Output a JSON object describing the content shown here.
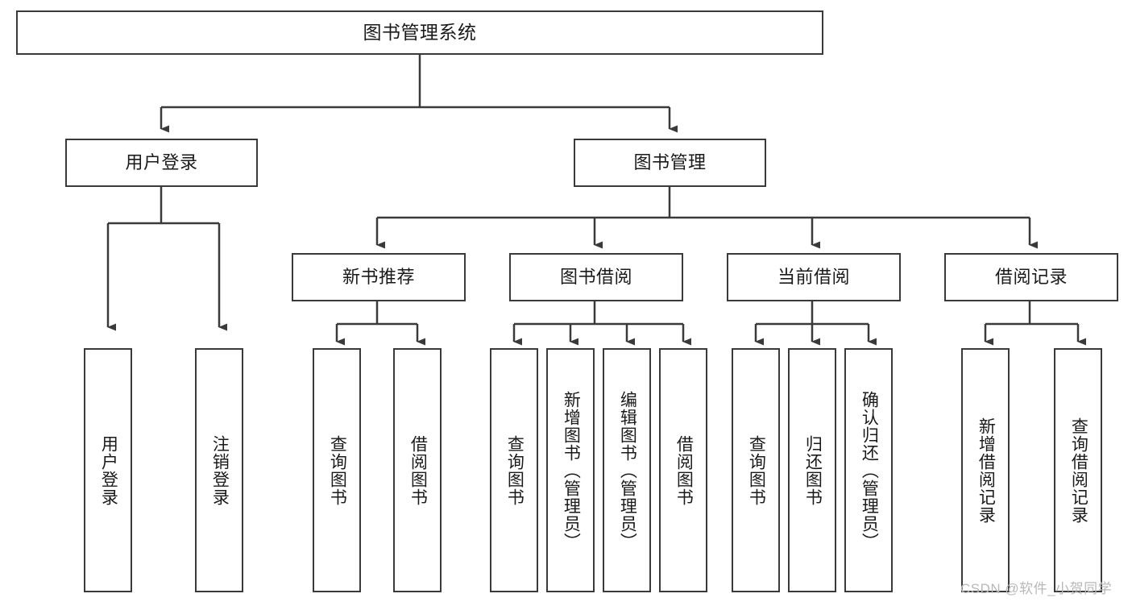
{
  "diagram": {
    "title": "图书管理系统",
    "watermark": "CSDN @软件_小贺同学",
    "colors": {
      "stroke": "#3a3a3a",
      "background": "#ffffff",
      "text": "#1a1a1a",
      "watermark": "#b8b8b8"
    },
    "root": {
      "label": "图书管理系统"
    },
    "level2": [
      {
        "label": "用户登录"
      },
      {
        "label": "图书管理"
      }
    ],
    "level3": [
      {
        "label": "新书推荐"
      },
      {
        "label": "图书借阅"
      },
      {
        "label": "当前借阅"
      },
      {
        "label": "借阅记录"
      }
    ],
    "leaves_user_login": [
      {
        "label": "用户登录"
      },
      {
        "label": "注销登录"
      }
    ],
    "leaves_new_book": [
      {
        "label": "查询图书"
      },
      {
        "label": "借阅图书"
      }
    ],
    "leaves_borrow": [
      {
        "label": "查询图书"
      },
      {
        "label": "新增图书（管理员）"
      },
      {
        "label": "编辑图书（管理员）"
      },
      {
        "label": "借阅图书"
      }
    ],
    "leaves_current": [
      {
        "label": "查询图书"
      },
      {
        "label": "归还图书"
      },
      {
        "label": "确认归还（管理员）"
      }
    ],
    "leaves_records": [
      {
        "label": "新增借阅记录"
      },
      {
        "label": "查询借阅记录"
      }
    ]
  }
}
